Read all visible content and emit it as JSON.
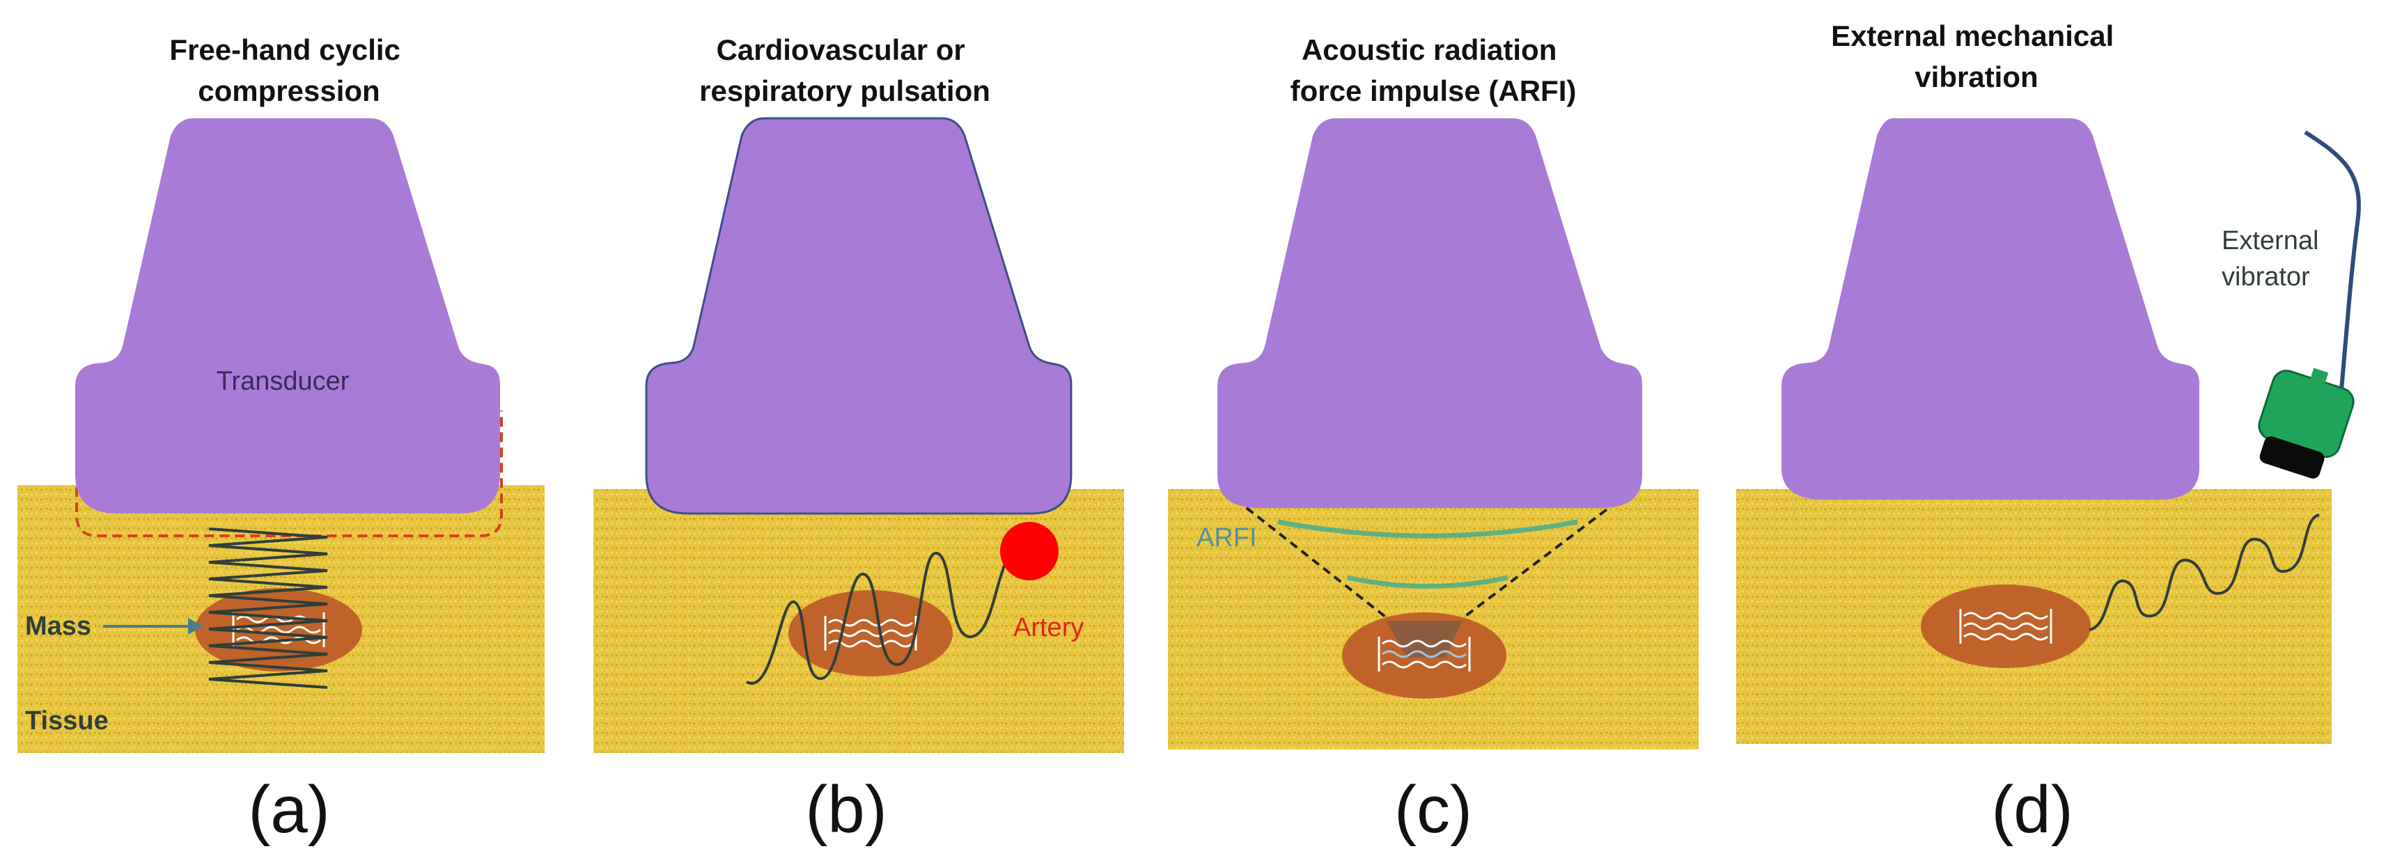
{
  "colors": {
    "transducer": "#A97BD6",
    "tissue": "#E8C63F",
    "mass": "#C0632A",
    "artery": "#FF0000",
    "arfi": "#5FB081",
    "vibrator": "#1FA45A",
    "wave": "#2F3F3A",
    "dashed_outline": "#D2421C"
  },
  "panels": [
    {
      "title_lines": [
        "Free-hand cyclic",
        "compression"
      ],
      "caption": "(a)",
      "labels": {
        "transducer": "Transducer",
        "mass": "Mass",
        "tissue": "Tissue"
      }
    },
    {
      "title_lines": [
        "Cardiovascular or",
        "respiratory pulsation"
      ],
      "caption": "(b)",
      "labels": {
        "artery": "Artery"
      }
    },
    {
      "title_lines": [
        "Acoustic radiation",
        "force impulse (ARFI)"
      ],
      "caption": "(c)",
      "labels": {
        "arfi": "ARFI"
      }
    },
    {
      "title_lines": [
        "External mechanical",
        "vibration"
      ],
      "caption": "(d)",
      "labels": {
        "vibrator_lines": [
          "External",
          "vibrator"
        ]
      }
    }
  ]
}
